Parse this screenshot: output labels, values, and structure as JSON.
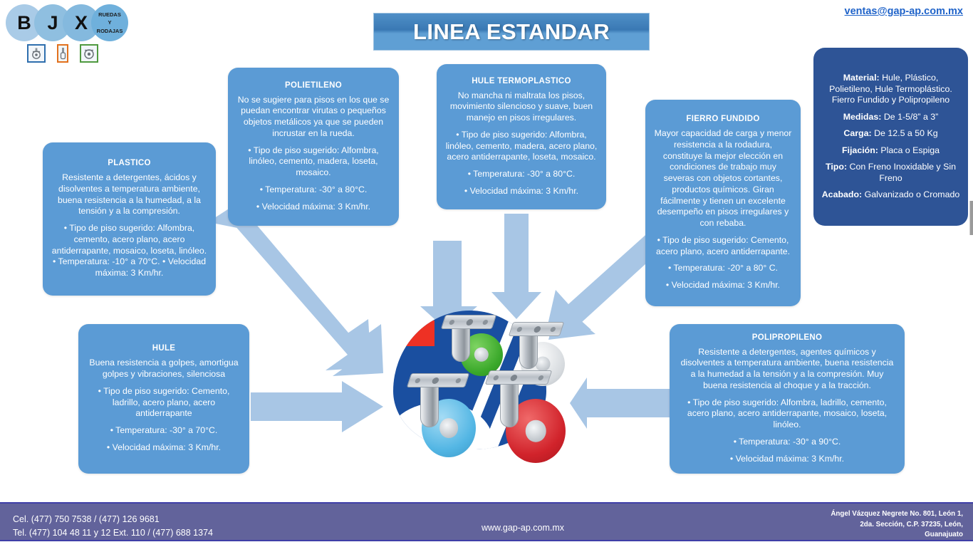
{
  "header": {
    "logo": {
      "letters": [
        "B",
        "J",
        "X"
      ],
      "tagline_lines": [
        "RUEDAS",
        "Y",
        "RODAJAS"
      ],
      "icons": [
        "caster-wheel-icon",
        "stem-caster-icon",
        "wheel-icon"
      ]
    },
    "title": "LINEA ESTANDAR",
    "email": "ventas@gap-ap.com.mx"
  },
  "specs": {
    "rows": [
      {
        "label": "Material:",
        "value": " Hule, Plástico, Polietileno, Hule Termoplástico. Fierro Fundido y Polipropileno"
      },
      {
        "label": "Medidas:",
        "value": " De 1-5/8” a 3”"
      },
      {
        "label": "Carga:",
        "value": " De 12.5 a 50 Kg"
      },
      {
        "label": "Fijación:",
        "value": " Placa o Espiga"
      },
      {
        "label": "Tipo:",
        "value": " Con Freno Inoxidable y Sin Freno"
      },
      {
        "label": "Acabado:",
        "value": " Galvanizado o Cromado"
      }
    ]
  },
  "materials": {
    "plastico": {
      "title": "PLASTICO",
      "description": "Resistente a detergentes, ácidos y disolventes a temperatura ambiente, buena resistencia a la humedad, a la tensión y a la compresión.",
      "details": "• Tipo de piso sugerido: Alfombra, cemento, acero plano, acero antiderrapante, mosaico, loseta, linóleo. • Temperatura: -10° a 70°C. • Velocidad máxima: 3 Km/hr."
    },
    "polietileno": {
      "title": "POLIETILENO",
      "description": "No se sugiere para pisos en los que se puedan encontrar virutas o pequeños objetos metálicos ya que se pueden incrustar en la rueda.",
      "floors": "• Tipo de piso sugerido: Alfombra, linóleo, cemento, madera, loseta, mosaico.",
      "temperature": "• Temperatura:  -30° a 80°C.",
      "speed": "• Velocidad máxima: 3 Km/hr."
    },
    "hule_termoplastico": {
      "title": "HULE TERMOPLASTICO",
      "description": "No mancha ni maltrata los pisos, movimiento silencioso y suave, buen manejo en pisos irregulares.",
      "floors": "• Tipo de piso sugerido: Alfombra, linóleo, cemento, madera, acero plano, acero antiderrapante, loseta, mosaico.",
      "temperature": "• Temperatura:  -30° a 80°C.",
      "speed": "• Velocidad máxima: 3 Km/hr."
    },
    "fierro_fundido": {
      "title": "FIERRO FUNDIDO",
      "description": "Mayor capacidad de carga y menor resistencia a la rodadura, constituye la mejor elección en condiciones de trabajo muy severas con objetos cortantes, productos químicos. Giran fácilmente y tienen un excelente desempeño en pisos irregulares y con rebaba.",
      "floors": "• Tipo de piso sugerido: Cemento, acero plano, acero antiderrapante.",
      "temperature": "• Temperatura: -20° a 80° C.",
      "speed": "• Velocidad máxima: 3 Km/hr."
    },
    "hule": {
      "title": "HULE",
      "description": "Buena resistencia a golpes, amortigua golpes y vibraciones, silenciosa",
      "floors": "• Tipo de piso sugerido: Cemento, ladrillo, acero plano, acero antiderrapante",
      "temperature": "• Temperatura:  -30° a 70°C.",
      "speed": "• Velocidad máxima: 3 Km/hr."
    },
    "polipropileno": {
      "title": "POLIPROPILENO",
      "description": "Resistente a detergentes, agentes químicos y disolventes a temperatura ambiente, buena resistencia a la humedad  a la tensión y a la compresión. Muy buena resistencia al choque y a la tracción.",
      "floors": "• Tipo de piso sugerido: Alfombra, ladrillo, cemento, acero plano, acero antiderrapante, mosaico, loseta, linóleo.",
      "temperature": "• Temperatura: -30° a 90°C.",
      "speed": "• Velocidad máxima: 3 Km/hr."
    }
  },
  "footer": {
    "cel": "Cel. (477) 750 7538 / (477) 126 9681",
    "tel": "Tel. (477) 104 48 11 y 12 Ext. 110 / (477) 688 1374",
    "website": "www.gap-ap.com.mx",
    "address_lines": [
      "Ángel Vázquez Negrete No. 801, León 1,",
      "2da. Sección, C.P. 37235, León,",
      "Guanajuato"
    ]
  },
  "colors": {
    "card_blue": "#5B9BD5",
    "spec_blue": "#2E5496",
    "arrow_blue": "#A8C6E5",
    "footer_purple": "#62639B",
    "email_link": "#1F63C9"
  }
}
